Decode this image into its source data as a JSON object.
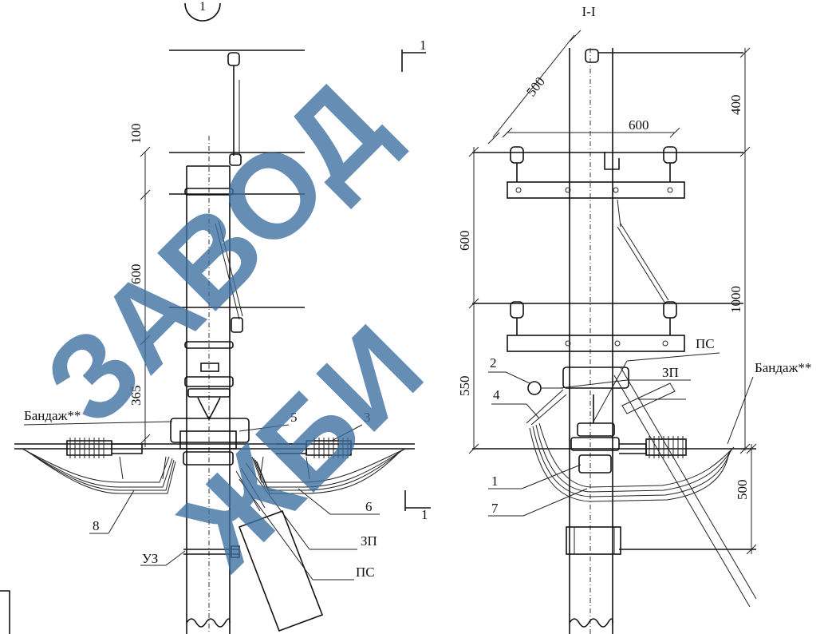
{
  "view_marker": "1",
  "section_title": "I-I",
  "section_markers": {
    "top": "1",
    "bottom": "1"
  },
  "watermark": {
    "line1": "ЗАВОД",
    "line2": "ЖБИ",
    "color": "#3c6fa0"
  },
  "left_view": {
    "dimensions": {
      "d100": "100",
      "d600": "600",
      "d365": "365"
    },
    "labels": {
      "bandage": "Бандаж**",
      "n5": "5",
      "n3": "3",
      "n6": "6",
      "n8": "8",
      "zp": "ЗП",
      "uz": "УЗ",
      "ps": "ПС"
    }
  },
  "right_view": {
    "dimensions": {
      "d500_top": "500",
      "d600_width": "600",
      "d400": "400",
      "d600": "600",
      "d1000": "1000",
      "d550": "550",
      "d500_bottom": "500"
    },
    "labels": {
      "ps": "ПС",
      "zp": "ЗП",
      "bandage": "Бандаж**",
      "n2": "2",
      "n4": "4",
      "n1": "1",
      "n7": "7"
    }
  }
}
